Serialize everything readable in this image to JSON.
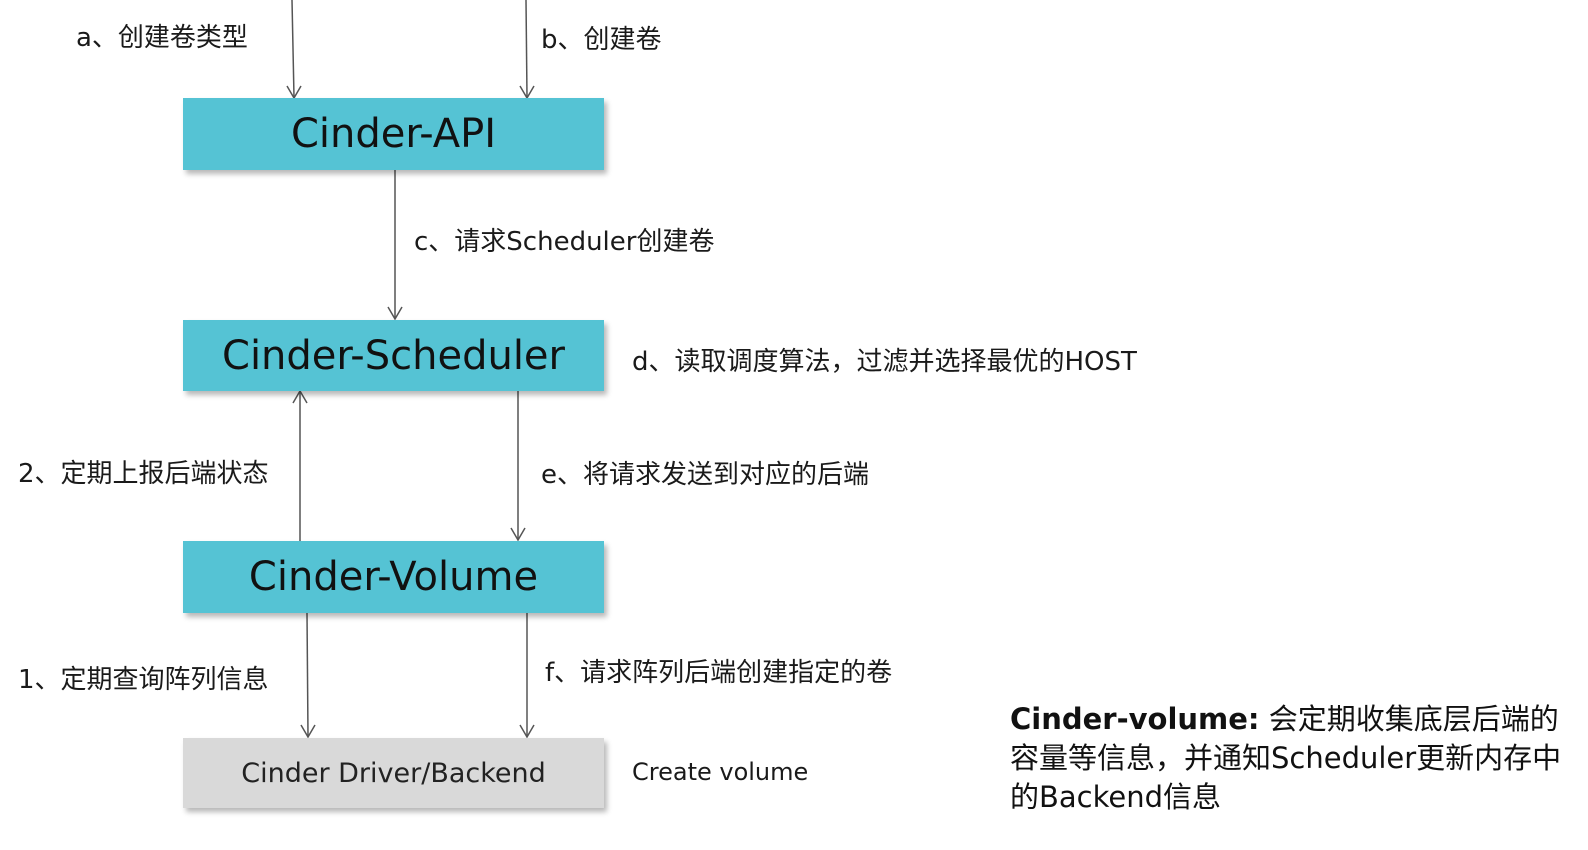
{
  "colors": {
    "primary_node": "#55c3d4",
    "driver_node": "#d9d9d9",
    "arrow": "#555555"
  },
  "nodes": {
    "api": "Cinder-API",
    "scheduler": "Cinder-Scheduler",
    "volume": "Cinder-Volume",
    "driver": "Cinder Driver/Backend"
  },
  "steps": {
    "a": "a、创建卷类型",
    "b": "b、创建卷",
    "c": "c、请求Scheduler创建卷",
    "d": "d、读取调度算法，过滤并选择最优的HOST",
    "e": "e、将请求发送到对应的后端",
    "f": "f、请求阵列后端创建指定的卷",
    "s1": "1、定期查询阵列信息",
    "s2": "2、定期上报后端状态"
  },
  "create_volume": "Create volume",
  "note": {
    "title": "Cinder-volume:",
    "body": " 会定期收集底层后端的容量等信息，并通知Scheduler更新内存中的Backend信息"
  }
}
